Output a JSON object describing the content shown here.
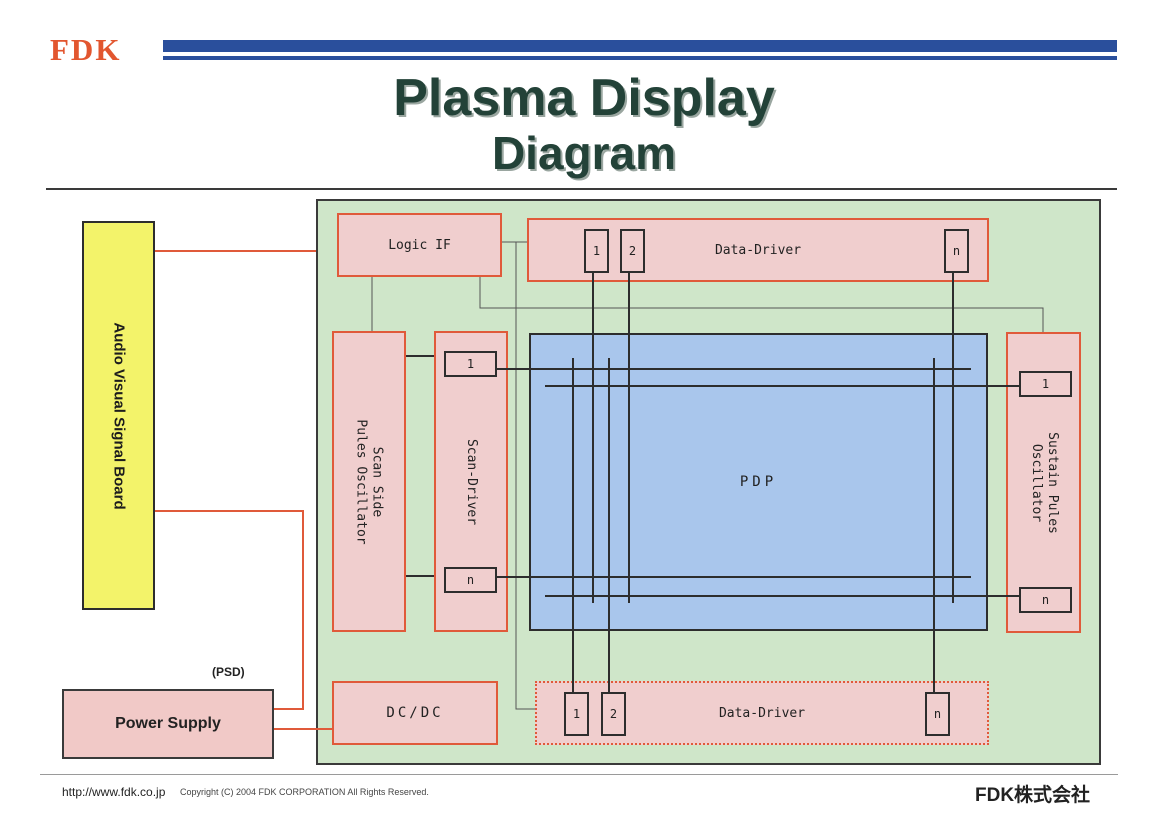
{
  "header": {
    "logo": "FDK",
    "title_line1": "Plasma Display",
    "title_line2": "Diagram"
  },
  "blocks": {
    "av_board": "Audio Visual Signal Board",
    "psd": "(PSD)",
    "power_supply": "Power Supply",
    "logic_if": "Logic IF",
    "data_driver_top": "Data-Driver",
    "data_driver_bottom": "Data-Driver",
    "scan_side_line1": "Scan Side",
    "scan_side_line2": "Pules Oscillator",
    "scan_driver": "Scan-Driver",
    "pdp": "PDP",
    "sustain_line1": "Sustain Pules",
    "sustain_line2": "Oscillator",
    "dcdc": "DC/DC"
  },
  "channels": {
    "first": "1",
    "second": "2",
    "last": "n"
  },
  "footer": {
    "url": "http://www.fdk.co.jp",
    "copyright": "Copyright (C) 2004 FDK CORPORATION All Rights Reserved.",
    "company": "FDK株式会社"
  },
  "colors": {
    "accent_red": "#e05a3a",
    "brand_blue": "#2a4f9c",
    "board_yellow": "#f3f36a",
    "panel_green": "#cfe6c9",
    "pdp_blue": "#a9c6ec",
    "box_pink": "#f0cece"
  }
}
